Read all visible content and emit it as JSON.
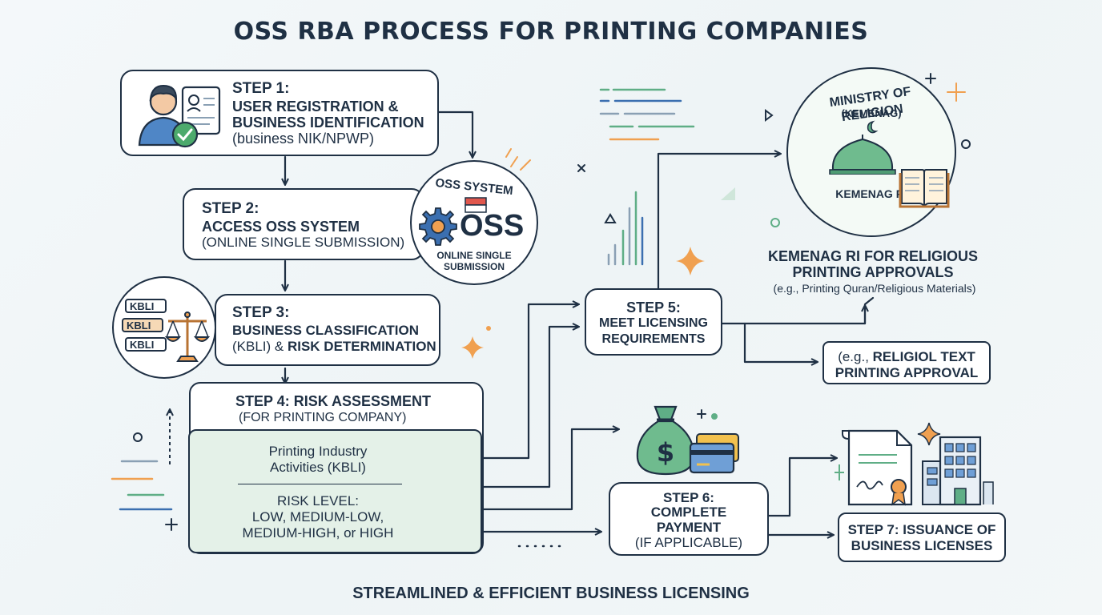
{
  "title": "OSS RBA PROCESS FOR PRINTING COMPANIES",
  "footer": "STREAMLINED & EFFICIENT BUSINESS LICENSING",
  "step1": {
    "label": "STEP 1:",
    "line1": "USER REGISTRATION &",
    "line2": "BUSINESS IDENTIFICATION",
    "line3": "(business NIK/NPWP)"
  },
  "step2": {
    "label": "STEP 2:",
    "line1": "ACCESS OSS SYSTEM",
    "line2": "(ONLINE SINGLE SUBMISSION)"
  },
  "oss_badge": {
    "arc": "OSS SYSTEM",
    "logo": "OSS",
    "sub1": "ONLINE SINGLE",
    "sub2": "SUBMISSION"
  },
  "step3": {
    "label": "STEP 3:",
    "line1": "BUSINESS CLASSIFICATION",
    "line2a": "(KBLI) & ",
    "line2b": "RISK DETERMINATION",
    "tags": [
      "KBLI",
      "KBLI",
      "KBLI"
    ]
  },
  "step4": {
    "label": "STEP 4: RISK ASSESSMENT",
    "line1": "(FOR PRINTING COMPANY)",
    "inner1": "Printing Industry",
    "inner2": "Activities (KBLI)",
    "risk_label": "RISK LEVEL:",
    "risk1": "LOW, MEDIUM-LOW,",
    "risk2": "MEDIUM-HIGH, or HIGH"
  },
  "step5": {
    "label": "STEP 5:",
    "line1": "MEET LICENSING",
    "line2": "REQUIREMENTS"
  },
  "kemenag": {
    "arc": "MINISTRY OF RELIGION",
    "arc2": "(KEMENAG)",
    "name": "KEMENAG RI",
    "line1": "KEMENAG RI FOR RELIGIOUS",
    "line2": "PRINTING APPROVALS",
    "line3": "(e.g., Printing Quran/Religious Materials)"
  },
  "religious_box": {
    "line1a": "(e.g., ",
    "line1b": "RELIGIOL TEXT",
    "line2": "PRINTING APPROVAL"
  },
  "step6": {
    "label": "STEP 6:",
    "line1": "COMPLETE",
    "line2": "PAYMENT",
    "line3": "(IF APPLICABLE)",
    "money_symbol": "$"
  },
  "step7": {
    "line1": "STEP 7: ISSUANCE OF",
    "line2": "BUSINESS LICENSES"
  },
  "colors": {
    "navy": "#1f3044",
    "green": "#5fae86",
    "light_green": "#e4f1e8",
    "orange": "#f0a050",
    "blue": "#3b6fb0"
  },
  "icons": [
    "user-icon",
    "id-card-icon",
    "check-icon",
    "gear-icon",
    "flag-icon",
    "scale-icon",
    "mosque-dome-icon",
    "book-icon",
    "money-bag-icon",
    "credit-card-icon",
    "certificate-icon",
    "building-icon",
    "sparkle-icon"
  ]
}
